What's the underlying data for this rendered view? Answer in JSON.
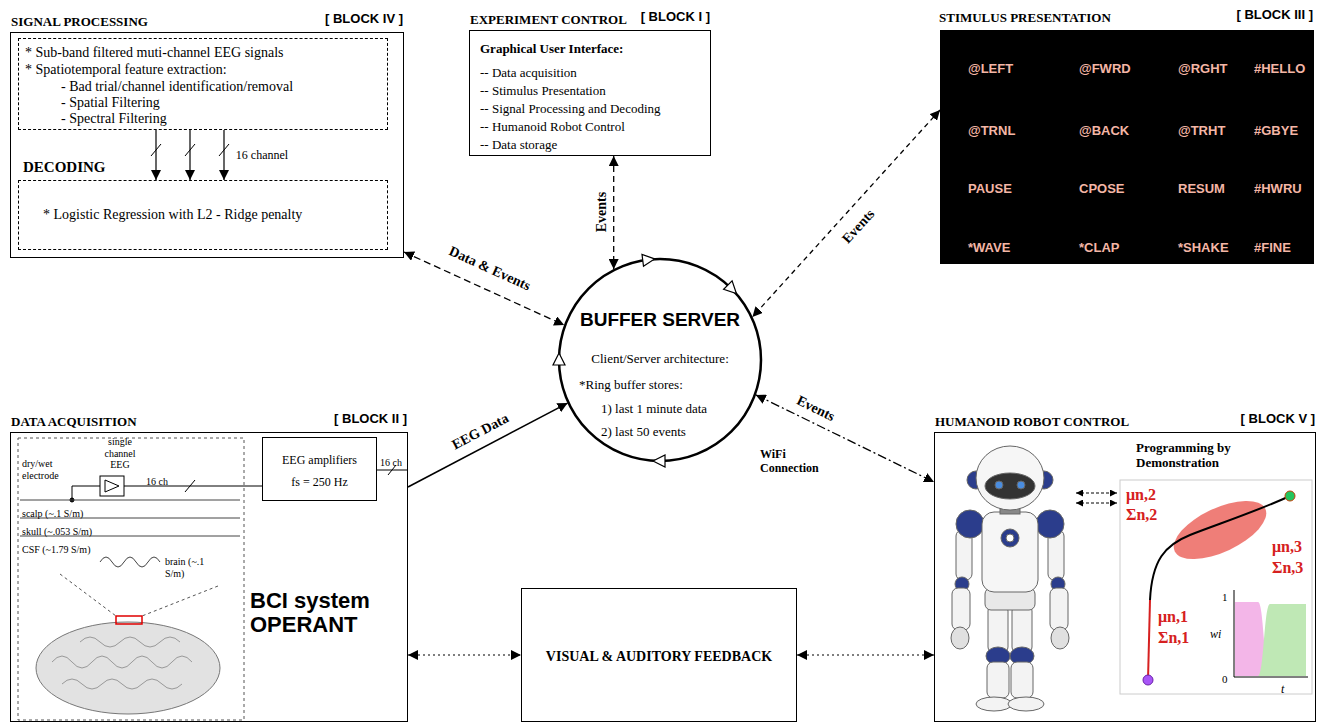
{
  "diagram": {
    "nodes": [
      {
        "text": [
          "SIGNAL PROCESSING",
          "[ BLOCK IV ]"
        ]
      },
      {
        "text": [
          "* Sub-band filtered muti-channel EEG signals",
          "* Spatiotemporal feature extraction:",
          "- Bad trial/channel identification/removal",
          "- Spatial Filtering",
          "- Spectral Filtering"
        ],
        "in": 0
      },
      {
        "text": [
          "DECODING",
          "* Logistic Regression with L2 - Ridge penalty"
        ],
        "in": 0
      },
      {
        "text": [
          "EXPERIMENT CONTROL",
          "[ BLOCK I ]",
          "Graphical User Interface:",
          "-- Data acquisition",
          "-- Stimulus Presentation",
          "-- Signal Processing and Decoding",
          "-- Humanoid Robot Control",
          "-- Data storage"
        ]
      },
      {
        "text": [
          "STIMULUS PRESENTATION",
          "[ BLOCK III ]",
          "@LEFT",
          "@FWRD",
          "@RGHT",
          "#HELLO",
          "@TRNL",
          "@BACK",
          "@TRHT",
          "#GBYE",
          "PAUSE",
          "CPOSE",
          "RESUM",
          "#HWRU",
          "*WAVE",
          "*CLAP",
          "*SHAKE",
          "#FINE"
        ]
      },
      {
        "text": [
          "BUFFER SERVER",
          "Client/Server architecture:",
          "*Ring buffer stores:",
          "1) last 1 minute data",
          "2) last 50 events"
        ]
      },
      {
        "text": [
          "DATA ACQUISITION",
          "[ BLOCK II ]",
          "BCI system OPERANT"
        ]
      },
      {
        "text": [
          "EEG amplifiers",
          "fs = 250 Hz"
        ],
        "in": 6
      },
      {
        "text": [
          "VISUAL & AUDITORY FEEDBACK"
        ]
      },
      {
        "text": [
          "HUMANOID ROBOT CONTROL",
          "[ BLOCK V ]"
        ]
      }
    ],
    "edges": [
      {
        "from": 0,
        "to": 5,
        "arrow": "both",
        "label": "Data & Events"
      },
      {
        "from": 3,
        "to": 5,
        "arrow": "both",
        "label": "Events"
      },
      {
        "from": 4,
        "to": 5,
        "arrow": "both",
        "label": "Events"
      },
      {
        "from": 6,
        "to": 5,
        "arrow": "to",
        "label": "EEG Data"
      },
      {
        "from": 5,
        "to": 9,
        "arrow": "both",
        "label": "Events"
      },
      {
        "from": 6,
        "to": 8,
        "arrow": "both"
      },
      {
        "from": 8,
        "to": 9,
        "arrow": "both"
      },
      {
        "from": 1,
        "to": 2,
        "arrow": "to"
      },
      {
        "from": 1,
        "to": 2,
        "arrow": "to"
      },
      {
        "from": 1,
        "to": 2,
        "arrow": "to",
        "label": "16 channel"
      }
    ],
    "labels": [
      "single channel EEG",
      "16 ch",
      "dry/wet electrode",
      "16 ch",
      "scalp (~.1 S/m)",
      "skull (~.053 S/m)",
      "CSF (~1.79 S/m)",
      "brain (~.1 S/m)",
      "WiFi Connection",
      "Programming by Demonstration",
      "μn,2",
      "Σn,2",
      "μn,3",
      "Σn,3",
      "μn,1",
      "Σn,1",
      "1",
      "0",
      "wi",
      "t"
    ]
  }
}
